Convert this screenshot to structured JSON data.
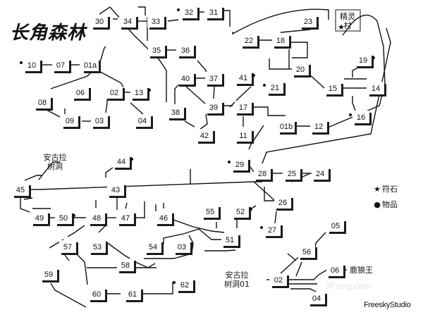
{
  "map": {
    "title": "长角森林",
    "credit": "FreeskyStudio",
    "watermark": "9Fang.com",
    "legend": [
      {
        "symbol": "★",
        "label": "符石"
      },
      {
        "symbol": "●",
        "label": "物品"
      }
    ],
    "places": {
      "elf_village": [
        "精灵",
        "村"
      ],
      "angela_cave_west": [
        "安古拉",
        "树洞"
      ],
      "angela_cave_01": [
        "安古拉",
        "树洞01"
      ],
      "wolf_king": "鹿狼王"
    },
    "rooms": [
      "30",
      "34",
      "33",
      "32",
      "31",
      "23",
      "22",
      "18",
      "35",
      "36",
      "10",
      "07",
      "01a",
      "20",
      "19",
      "40",
      "37",
      "41",
      "21",
      "15",
      "14",
      "06",
      "02",
      "13",
      "08",
      "39",
      "17",
      "16",
      "09",
      "03",
      "04",
      "38",
      "42",
      "11",
      "01b",
      "12",
      "29",
      "44",
      "28",
      "25",
      "24",
      "45",
      "43",
      "26",
      "55",
      "52",
      "49",
      "50",
      "48",
      "47",
      "46",
      "27",
      "51",
      "05",
      "56",
      "57",
      "53",
      "54",
      "03",
      "59",
      "58",
      "06",
      "62",
      "02",
      "60",
      "61",
      "04"
    ]
  }
}
